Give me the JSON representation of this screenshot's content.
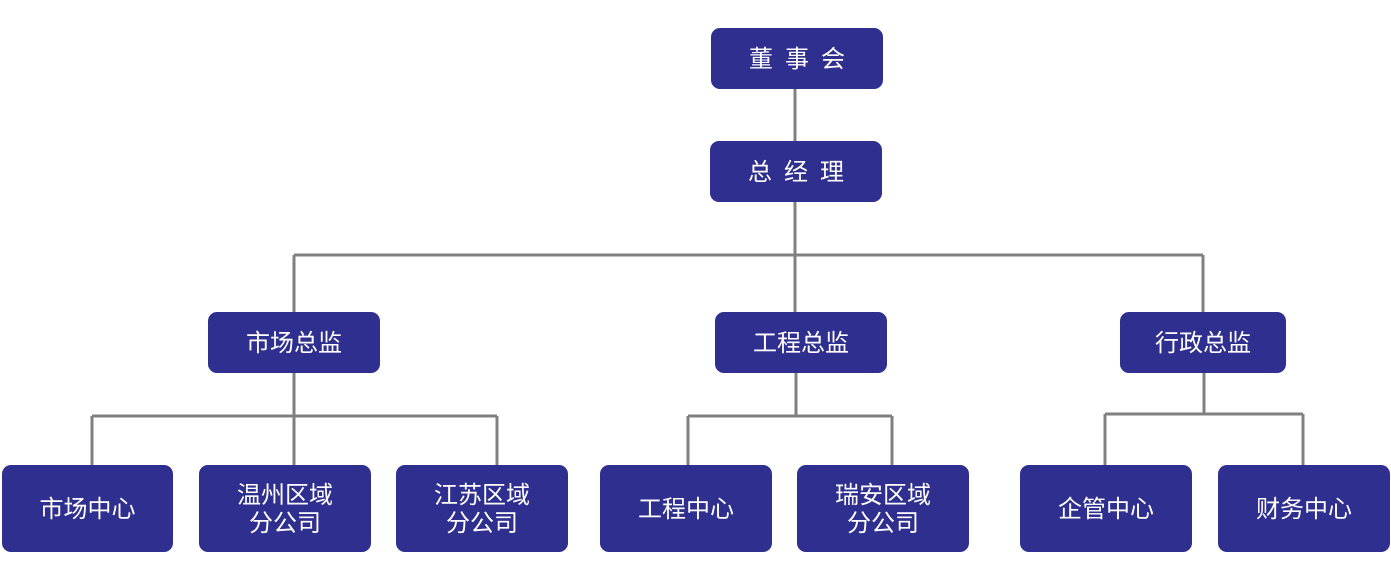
{
  "colors": {
    "node_fill": "#2f2f8f",
    "node_text": "#ffffff",
    "connector": "#808080",
    "background": "#ffffff"
  },
  "chart": {
    "board": "董事会",
    "general_manager": "总经理",
    "directors": [
      {
        "label": "市场总监"
      },
      {
        "label": "工程总监"
      },
      {
        "label": "行政总监"
      }
    ],
    "units": [
      {
        "label": "市场中心",
        "parent": "市场总监"
      },
      {
        "label": "温州区域\n分公司",
        "parent": "市场总监"
      },
      {
        "label": "江苏区域\n分公司",
        "parent": "市场总监"
      },
      {
        "label": "工程中心",
        "parent": "工程总监"
      },
      {
        "label": "瑞安区域\n分公司",
        "parent": "工程总监"
      },
      {
        "label": "企管中心",
        "parent": "行政总监"
      },
      {
        "label": "财务中心",
        "parent": "行政总监"
      }
    ]
  }
}
